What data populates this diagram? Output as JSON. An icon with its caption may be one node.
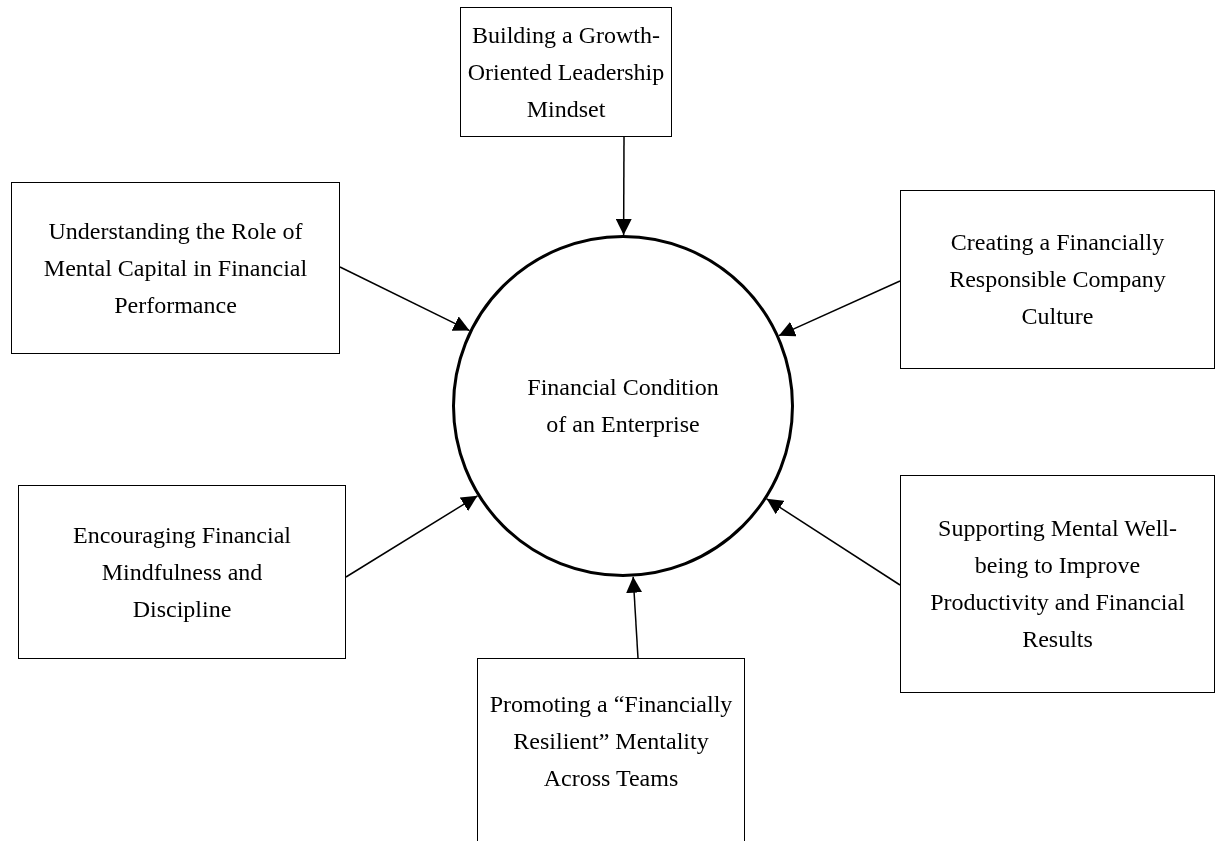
{
  "diagram": {
    "nodes": [
      {
        "text": [
          "Building a Growth-Oriented Leadership Mindset"
        ]
      },
      {
        "text": [
          "Understanding the Role of Mental Capital in Financial Performance"
        ]
      },
      {
        "text": [
          "Creating a Financially Responsible Company Culture"
        ]
      },
      {
        "text": [
          "Financial Condition of an Enterprise"
        ]
      },
      {
        "text": [
          "Encouraging Financial Mindfulness and Discipline"
        ]
      },
      {
        "text": [
          "Supporting Mental Well-being to Improve Productivity and Financial Results"
        ]
      },
      {
        "text": [
          "Promoting a “Financially Resilient” Mentality Across Teams"
        ]
      }
    ],
    "edges": [
      {
        "from": 0,
        "to": 3,
        "arrow": "to"
      },
      {
        "from": 1,
        "to": 3,
        "arrow": "to"
      },
      {
        "from": 2,
        "to": 3,
        "arrow": "to"
      },
      {
        "from": 4,
        "to": 3,
        "arrow": "to"
      },
      {
        "from": 5,
        "to": 3,
        "arrow": "to"
      },
      {
        "from": 6,
        "to": 3,
        "arrow": "to"
      }
    ]
  }
}
